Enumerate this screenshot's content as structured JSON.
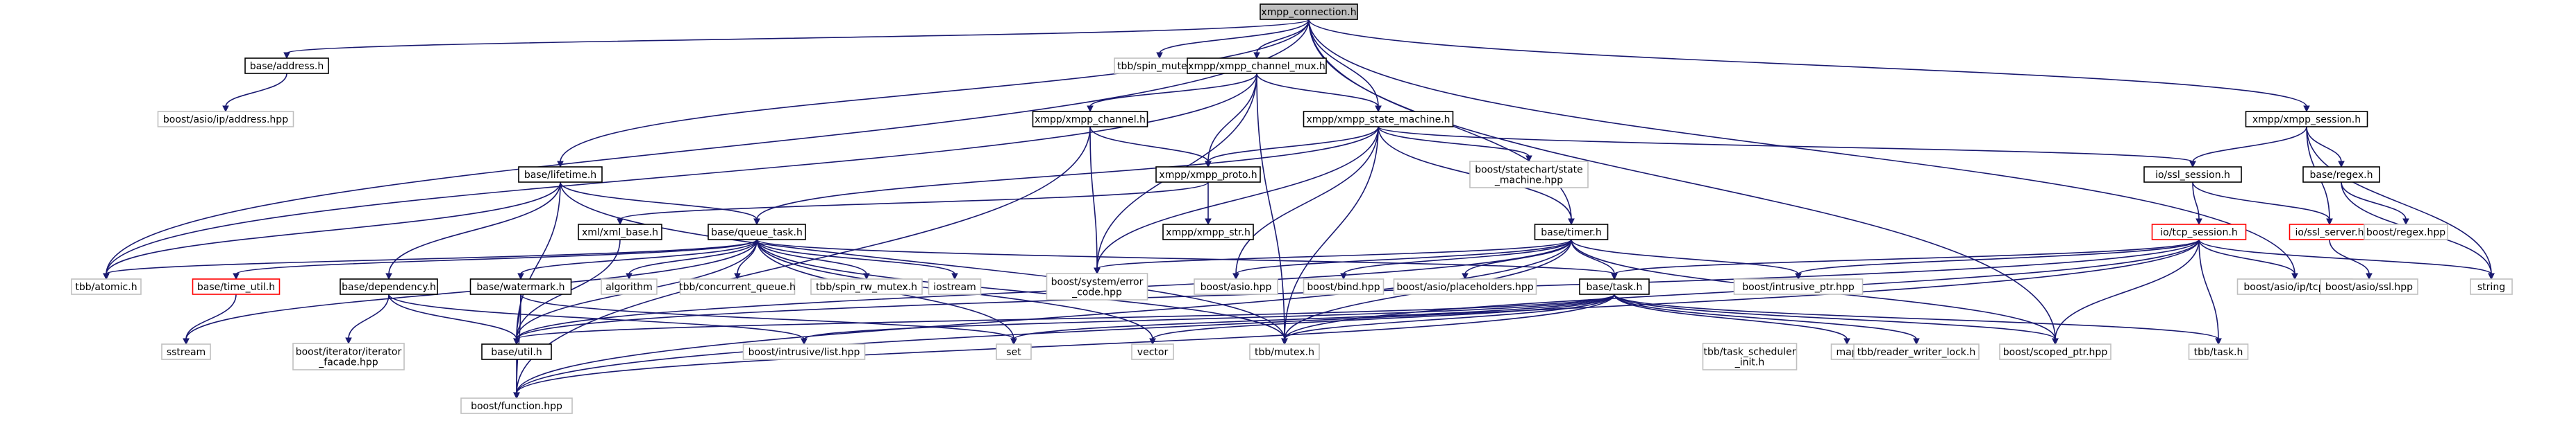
{
  "diagram": {
    "colors": {
      "edge": "#191970",
      "root_fill": "#bfbfbf",
      "box_stroke": "#000000",
      "external_stroke": "#bfbfbf",
      "error_stroke": "#ff0000"
    },
    "nodes": [
      {
        "id": "xmpp_connection",
        "lines": [
          "xmpp_connection.h"
        ],
        "kind": "root"
      },
      {
        "id": "base_address",
        "lines": [
          "base/address.h"
        ],
        "kind": "internal"
      },
      {
        "id": "spin_mutex",
        "lines": [
          "tbb/spin_mutex.h"
        ],
        "kind": "external"
      },
      {
        "id": "xmpp_channel_mux",
        "lines": [
          "xmpp/xmpp_channel_mux.h"
        ],
        "kind": "internal"
      },
      {
        "id": "xmpp_session",
        "lines": [
          "xmpp/xmpp_session.h"
        ],
        "kind": "internal"
      },
      {
        "id": "asio_ip_address",
        "lines": [
          "boost/asio/ip/address.hpp"
        ],
        "kind": "external"
      },
      {
        "id": "xmpp_channel",
        "lines": [
          "xmpp/xmpp_channel.h"
        ],
        "kind": "internal"
      },
      {
        "id": "xmpp_state_machine",
        "lines": [
          "xmpp/xmpp_state_machine.h"
        ],
        "kind": "internal"
      },
      {
        "id": "base_lifetime",
        "lines": [
          "base/lifetime.h"
        ],
        "kind": "internal"
      },
      {
        "id": "xmpp_proto",
        "lines": [
          "xmpp/xmpp_proto.h"
        ],
        "kind": "internal"
      },
      {
        "id": "statechart",
        "lines": [
          "boost/statechart/state",
          "_machine.hpp"
        ],
        "kind": "external"
      },
      {
        "id": "ssl_session",
        "lines": [
          "io/ssl_session.h"
        ],
        "kind": "internal"
      },
      {
        "id": "base_regex",
        "lines": [
          "base/regex.h"
        ],
        "kind": "internal"
      },
      {
        "id": "xml_base",
        "lines": [
          "xml/xml_base.h"
        ],
        "kind": "internal"
      },
      {
        "id": "xmpp_str",
        "lines": [
          "xmpp/xmpp_str.h"
        ],
        "kind": "internal"
      },
      {
        "id": "queue_task",
        "lines": [
          "base/queue_task.h"
        ],
        "kind": "internal"
      },
      {
        "id": "base_timer",
        "lines": [
          "base/timer.h"
        ],
        "kind": "internal"
      },
      {
        "id": "tcp_session",
        "lines": [
          "io/tcp_session.h"
        ],
        "kind": "error"
      },
      {
        "id": "ssl_server",
        "lines": [
          "io/ssl_server.h"
        ],
        "kind": "error"
      },
      {
        "id": "boost_regex",
        "lines": [
          "boost/regex.hpp"
        ],
        "kind": "external"
      },
      {
        "id": "time_util",
        "lines": [
          "base/time_util.h"
        ],
        "kind": "error"
      },
      {
        "id": "base_dependency",
        "lines": [
          "base/dependency.h"
        ],
        "kind": "internal"
      },
      {
        "id": "base_watermark",
        "lines": [
          "base/watermark.h"
        ],
        "kind": "internal"
      },
      {
        "id": "tbb_atomic",
        "lines": [
          "tbb/atomic.h"
        ],
        "kind": "external"
      },
      {
        "id": "algorithm",
        "lines": [
          "algorithm"
        ],
        "kind": "external"
      },
      {
        "id": "concurrent_queue",
        "lines": [
          "tbb/concurrent_queue.h"
        ],
        "kind": "external"
      },
      {
        "id": "spin_rw_mutex",
        "lines": [
          "tbb/spin_rw_mutex.h"
        ],
        "kind": "external"
      },
      {
        "id": "iostream",
        "lines": [
          "iostream"
        ],
        "kind": "external"
      },
      {
        "id": "system_error_code",
        "lines": [
          "boost/system/error",
          "_code.hpp"
        ],
        "kind": "external"
      },
      {
        "id": "boost_asio",
        "lines": [
          "boost/asio.hpp"
        ],
        "kind": "external"
      },
      {
        "id": "boost_bind",
        "lines": [
          "boost/bind.hpp"
        ],
        "kind": "external"
      },
      {
        "id": "asio_placeholders",
        "lines": [
          "boost/asio/placeholders.hpp"
        ],
        "kind": "external"
      },
      {
        "id": "base_task",
        "lines": [
          "base/task.h"
        ],
        "kind": "internal"
      },
      {
        "id": "intrusive_ptr",
        "lines": [
          "boost/intrusive_ptr.hpp"
        ],
        "kind": "external"
      },
      {
        "id": "asio_ip_tcp",
        "lines": [
          "boost/asio/ip/tcp.hpp"
        ],
        "kind": "external"
      },
      {
        "id": "asio_ssl",
        "lines": [
          "boost/asio/ssl.hpp"
        ],
        "kind": "external"
      },
      {
        "id": "string",
        "lines": [
          "string"
        ],
        "kind": "external"
      },
      {
        "id": "sstream",
        "lines": [
          "sstream"
        ],
        "kind": "external"
      },
      {
        "id": "iterator_facade",
        "lines": [
          "boost/iterator/iterator",
          "_facade.hpp"
        ],
        "kind": "external"
      },
      {
        "id": "base_util",
        "lines": [
          "base/util.h"
        ],
        "kind": "internal"
      },
      {
        "id": "intrusive_list",
        "lines": [
          "boost/intrusive/list.hpp"
        ],
        "kind": "external"
      },
      {
        "id": "set",
        "lines": [
          "set"
        ],
        "kind": "external"
      },
      {
        "id": "vector",
        "lines": [
          "vector"
        ],
        "kind": "external"
      },
      {
        "id": "tbb_mutex",
        "lines": [
          "tbb/mutex.h"
        ],
        "kind": "external"
      },
      {
        "id": "task_scheduler_init",
        "lines": [
          "tbb/task_scheduler",
          "_init.h"
        ],
        "kind": "external"
      },
      {
        "id": "map",
        "lines": [
          "map"
        ],
        "kind": "external"
      },
      {
        "id": "reader_writer_lock",
        "lines": [
          "tbb/reader_writer_lock.h"
        ],
        "kind": "external"
      },
      {
        "id": "scoped_ptr",
        "lines": [
          "boost/scoped_ptr.hpp"
        ],
        "kind": "external"
      },
      {
        "id": "tbb_task",
        "lines": [
          "tbb/task.h"
        ],
        "kind": "external"
      },
      {
        "id": "boost_function",
        "lines": [
          "boost/function.hpp"
        ],
        "kind": "external"
      }
    ],
    "edges": [
      [
        "xmpp_connection",
        "base_address"
      ],
      [
        "xmpp_connection",
        "spin_mutex"
      ],
      [
        "xmpp_connection",
        "xmpp_channel_mux"
      ],
      [
        "xmpp_connection",
        "xmpp_state_machine"
      ],
      [
        "xmpp_connection",
        "base_lifetime"
      ],
      [
        "xmpp_connection",
        "base_timer"
      ],
      [
        "xmpp_connection",
        "xmpp_session"
      ],
      [
        "xmpp_connection",
        "tbb_atomic"
      ],
      [
        "xmpp_connection",
        "scoped_ptr"
      ],
      [
        "xmpp_connection",
        "asio_ip_tcp"
      ],
      [
        "base_address",
        "asio_ip_address"
      ],
      [
        "xmpp_channel_mux",
        "xmpp_channel"
      ],
      [
        "xmpp_channel_mux",
        "xmpp_state_machine"
      ],
      [
        "xmpp_channel_mux",
        "xmpp_proto"
      ],
      [
        "xmpp_channel_mux",
        "tbb_atomic"
      ],
      [
        "xmpp_channel_mux",
        "tbb_mutex"
      ],
      [
        "xmpp_channel_mux",
        "system_error_code"
      ],
      [
        "xmpp_channel",
        "xmpp_proto"
      ],
      [
        "xmpp_channel",
        "boost_function"
      ],
      [
        "xmpp_channel",
        "system_error_code"
      ],
      [
        "xmpp_state_machine",
        "xmpp_proto"
      ],
      [
        "xmpp_state_machine",
        "statechart"
      ],
      [
        "xmpp_state_machine",
        "ssl_session"
      ],
      [
        "xmpp_state_machine",
        "queue_task"
      ],
      [
        "xmpp_state_machine",
        "base_timer"
      ],
      [
        "xmpp_state_machine",
        "boost_asio"
      ],
      [
        "xmpp_state_machine",
        "tbb_mutex"
      ],
      [
        "xmpp_state_machine",
        "system_error_code"
      ],
      [
        "xmpp_session",
        "ssl_session"
      ],
      [
        "xmpp_session",
        "base_regex"
      ],
      [
        "xmpp_session",
        "ssl_server"
      ],
      [
        "xmpp_session",
        "string"
      ],
      [
        "base_lifetime",
        "queue_task"
      ],
      [
        "base_lifetime",
        "base_dependency"
      ],
      [
        "base_lifetime",
        "tbb_atomic"
      ],
      [
        "base_lifetime",
        "base_util"
      ],
      [
        "base_lifetime",
        "tbb_mutex"
      ],
      [
        "xmpp_proto",
        "xml_base"
      ],
      [
        "xmpp_proto",
        "xmpp_str"
      ],
      [
        "xml_base",
        "base_util"
      ],
      [
        "ssl_session",
        "tcp_session"
      ],
      [
        "ssl_session",
        "ssl_server"
      ],
      [
        "base_regex",
        "boost_regex"
      ],
      [
        "base_regex",
        "string"
      ],
      [
        "ssl_server",
        "asio_ssl"
      ],
      [
        "queue_task",
        "tbb_atomic"
      ],
      [
        "queue_task",
        "time_util"
      ],
      [
        "queue_task",
        "base_watermark"
      ],
      [
        "queue_task",
        "algorithm"
      ],
      [
        "queue_task",
        "concurrent_queue"
      ],
      [
        "queue_task",
        "spin_rw_mutex"
      ],
      [
        "queue_task",
        "iostream"
      ],
      [
        "queue_task",
        "base_task"
      ],
      [
        "queue_task",
        "set"
      ],
      [
        "queue_task",
        "vector"
      ],
      [
        "queue_task",
        "tbb_mutex"
      ],
      [
        "queue_task",
        "sstream"
      ],
      [
        "queue_task",
        "base_util"
      ],
      [
        "base_timer",
        "system_error_code"
      ],
      [
        "base_timer",
        "boost_asio"
      ],
      [
        "base_timer",
        "boost_bind"
      ],
      [
        "base_timer",
        "asio_placeholders"
      ],
      [
        "base_timer",
        "base_task"
      ],
      [
        "base_timer",
        "intrusive_ptr"
      ],
      [
        "base_timer",
        "scoped_ptr"
      ],
      [
        "base_timer",
        "tbb_mutex"
      ],
      [
        "base_timer",
        "base_util"
      ],
      [
        "base_timer",
        "boost_function"
      ],
      [
        "tcp_session",
        "base_task"
      ],
      [
        "tcp_session",
        "intrusive_ptr"
      ],
      [
        "tcp_session",
        "asio_ip_tcp"
      ],
      [
        "tcp_session",
        "string"
      ],
      [
        "tcp_session",
        "scoped_ptr"
      ],
      [
        "tcp_session",
        "tbb_task"
      ],
      [
        "tcp_session",
        "tbb_mutex"
      ],
      [
        "tcp_session",
        "base_util"
      ],
      [
        "tcp_session",
        "boost_function"
      ],
      [
        "time_util",
        "sstream"
      ],
      [
        "base_dependency",
        "iterator_facade"
      ],
      [
        "base_dependency",
        "base_util"
      ],
      [
        "base_dependency",
        "intrusive_list"
      ],
      [
        "base_watermark",
        "base_util"
      ],
      [
        "base_watermark",
        "boost_function"
      ],
      [
        "base_watermark",
        "set"
      ],
      [
        "base_task",
        "tbb_task_scheduler_init_placeholder"
      ],
      [
        "base_task",
        "map"
      ],
      [
        "base_task",
        "reader_writer_lock"
      ],
      [
        "base_task",
        "scoped_ptr"
      ],
      [
        "base_task",
        "tbb_task"
      ],
      [
        "base_task",
        "tbb_mutex"
      ],
      [
        "base_task",
        "set"
      ],
      [
        "base_task",
        "vector"
      ],
      [
        "base_task",
        "intrusive_list"
      ],
      [
        "base_task",
        "base_util"
      ],
      [
        "base_task",
        "boost_function"
      ],
      [
        "base_util",
        "boost_function"
      ]
    ]
  }
}
